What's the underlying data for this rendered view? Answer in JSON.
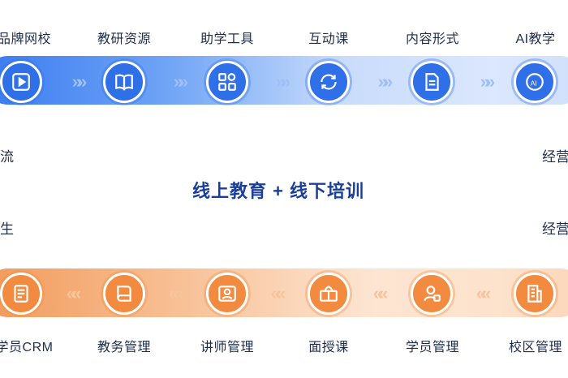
{
  "center_text": "线上教育 + 线下培训",
  "top_row": {
    "labels": [
      "品牌网校",
      "教研资源",
      "助学工具",
      "互动课",
      "内容形式",
      "AI教学"
    ],
    "icons": [
      "video-play-icon",
      "open-book-icon",
      "grid-shapes-icon",
      "refresh-cycle-icon",
      "document-icon",
      "ai-head-icon"
    ]
  },
  "bottom_row": {
    "labels": [
      "学员CRM",
      "教务管理",
      "讲师管理",
      "面授课",
      "学员管理",
      "校区管理"
    ],
    "icons": [
      "file-list-icon",
      "book-icon",
      "teacher-card-icon",
      "package-book-icon",
      "user-badge-icon",
      "building-icon"
    ]
  },
  "side_left": {
    "top": "流",
    "bottom": "生"
  },
  "side_right": {
    "top": "经营",
    "bottom": "经营"
  },
  "chevron_glyph": "»»",
  "chevron_back_glyph": "««",
  "colors": {
    "blue": "#2f6fe8",
    "orange": "#f28b3f",
    "text": "#1f2d4d",
    "center": "#1a3f9a"
  }
}
